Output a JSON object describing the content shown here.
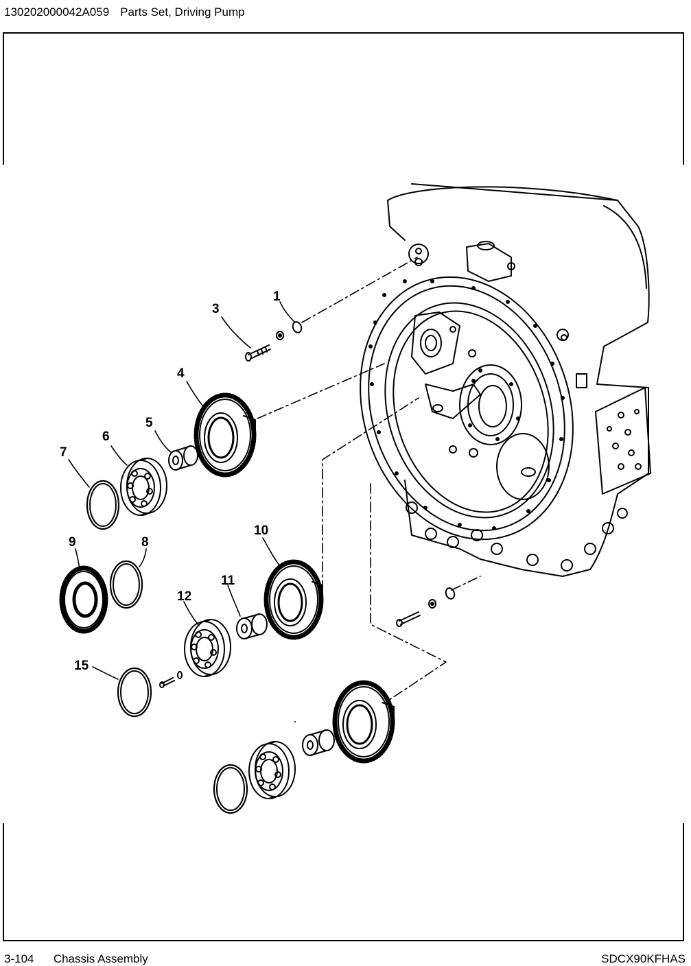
{
  "header": {
    "part_number": "130202000042A059",
    "title": "Parts Set, Driving Pump"
  },
  "footer": {
    "page": "3-104",
    "section": "Chassis Assembly",
    "code": "SDCX90KFHAS"
  },
  "callouts": [
    "1",
    "3",
    "4",
    "5",
    "6",
    "7",
    "8",
    "9",
    "10",
    "11",
    "12",
    "15"
  ]
}
